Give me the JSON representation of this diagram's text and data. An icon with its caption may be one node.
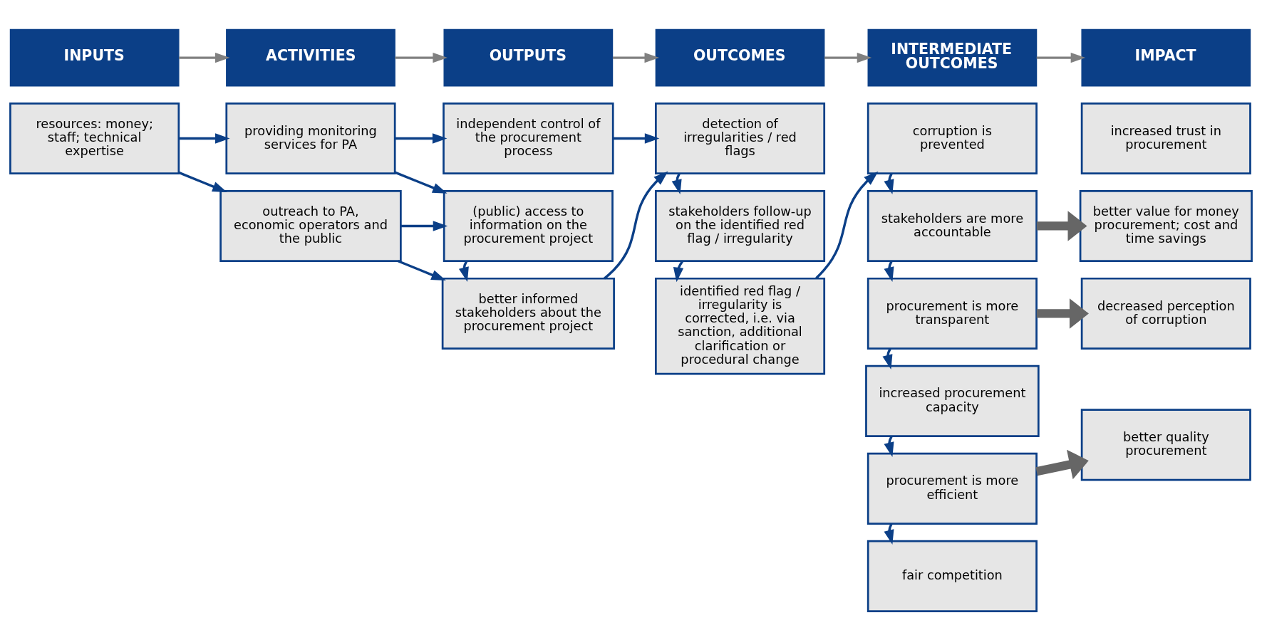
{
  "diagram": {
    "nodes": [
      {
        "text": [
          "INPUTS"
        ]
      },
      {
        "text": [
          "ACTIVITIES"
        ]
      },
      {
        "text": [
          "OUTPUTS"
        ]
      },
      {
        "text": [
          "OUTCOMES"
        ]
      },
      {
        "text": [
          "INTERMEDIATE OUTCOMES"
        ]
      },
      {
        "text": [
          "IMPACT"
        ]
      },
      {
        "text": [
          "resources: money; staff; technical expertise"
        ]
      },
      {
        "text": [
          "providing monitoring services for PA"
        ]
      },
      {
        "text": [
          "outreach to PA, economic operators and the public"
        ]
      },
      {
        "text": [
          "independent control of the procurement process"
        ]
      },
      {
        "text": [
          "(public) access to information on the procurement project"
        ]
      },
      {
        "text": [
          "better informed stakeholders about the procurement project"
        ]
      },
      {
        "text": [
          "detection of irregularities / red flags"
        ]
      },
      {
        "text": [
          "stakeholders follow-up on the identified red flag / irregularity"
        ]
      },
      {
        "text": [
          "identified red flag / irregularity is corrected, i.e. via sanction, additional clarification or procedural change"
        ]
      },
      {
        "text": [
          "corruption is prevented"
        ]
      },
      {
        "text": [
          "stakeholders are more accountable"
        ]
      },
      {
        "text": [
          "procurement is more transparent"
        ]
      },
      {
        "text": [
          "increased procurement capacity"
        ]
      },
      {
        "text": [
          "procurement is more efficient"
        ]
      },
      {
        "text": [
          "fair competition"
        ]
      },
      {
        "text": [
          "increased trust in procurement"
        ]
      },
      {
        "text": [
          "better value for money procurement; cost and time savings"
        ]
      },
      {
        "text": [
          "decreased perception of corruption"
        ]
      },
      {
        "text": [
          "better quality procurement"
        ]
      }
    ],
    "edges": [
      {
        "from": 0,
        "to": 1,
        "arrow": "to",
        "color": "#808080"
      },
      {
        "from": 1,
        "to": 2,
        "arrow": "to",
        "color": "#808080"
      },
      {
        "from": 2,
        "to": 3,
        "arrow": "to",
        "color": "#808080"
      },
      {
        "from": 3,
        "to": 4,
        "arrow": "to",
        "color": "#808080"
      },
      {
        "from": 4,
        "to": 5,
        "arrow": "to",
        "color": "#808080"
      },
      {
        "from": 6,
        "to": 7,
        "arrow": "to"
      },
      {
        "from": 6,
        "to": 8,
        "arrow": "to"
      },
      {
        "from": 7,
        "to": 9,
        "arrow": "to"
      },
      {
        "from": 7,
        "to": 10,
        "arrow": "to"
      },
      {
        "from": 8,
        "to": 10,
        "arrow": "to"
      },
      {
        "from": 8,
        "to": 11,
        "arrow": "to"
      },
      {
        "from": 9,
        "to": 12,
        "arrow": "to"
      },
      {
        "from": 10,
        "to": 11,
        "arrow": "to"
      },
      {
        "from": 11,
        "to": 12,
        "arrow": "to"
      },
      {
        "from": 12,
        "to": 13,
        "arrow": "to"
      },
      {
        "from": 13,
        "to": 14,
        "arrow": "to"
      },
      {
        "from": 14,
        "to": 15,
        "arrow": "to"
      },
      {
        "from": 15,
        "to": 16,
        "arrow": "to"
      },
      {
        "from": 16,
        "to": 17,
        "arrow": "to"
      },
      {
        "from": 17,
        "to": 18,
        "arrow": "to"
      },
      {
        "from": 18,
        "to": 19,
        "arrow": "to"
      },
      {
        "from": 19,
        "to": 20,
        "arrow": "to"
      },
      {
        "from": 16,
        "to": 22,
        "arrow": "to",
        "style": "thick",
        "color": "#666666"
      },
      {
        "from": 17,
        "to": 23,
        "arrow": "to",
        "style": "thick",
        "color": "#666666"
      },
      {
        "from": 19,
        "to": 24,
        "arrow": "to",
        "style": "thick",
        "color": "#666666"
      }
    ]
  }
}
